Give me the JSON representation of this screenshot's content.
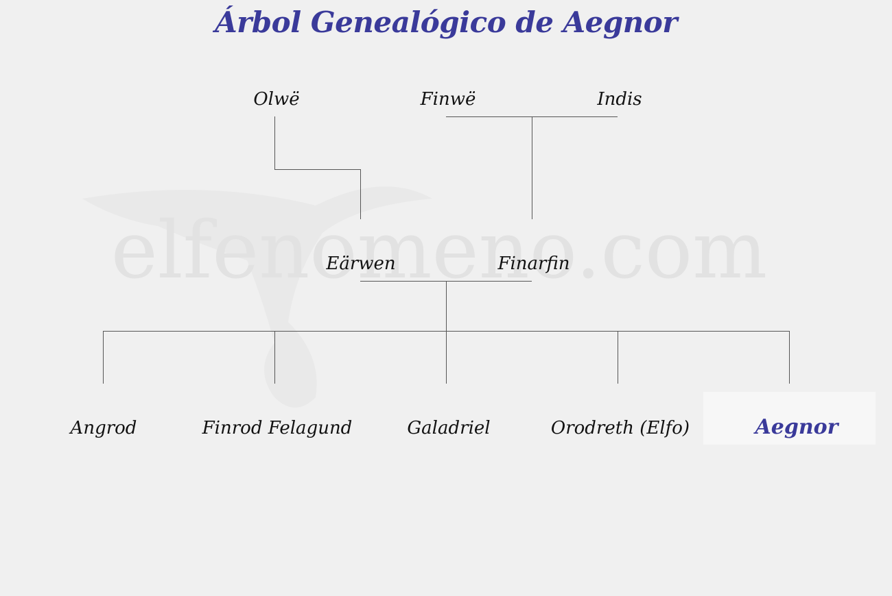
{
  "title": "Árbol Genealógico de Aegnor",
  "watermark": "elfenomeno.com",
  "people": {
    "olwe": "Olwë",
    "finwe": "Finwë",
    "indis": "Indis",
    "earwen": "Eärwen",
    "finarfin": "Finarfin",
    "angrod": "Angrod",
    "finrod": "Finrod Felagund",
    "galadriel": "Galadriel",
    "orodreth": "Orodreth (Elfo)",
    "aegnor": "Aegnor"
  },
  "colors": {
    "accent": "#3a3a9a",
    "background": "#f0f0f0",
    "line": "#555555"
  }
}
